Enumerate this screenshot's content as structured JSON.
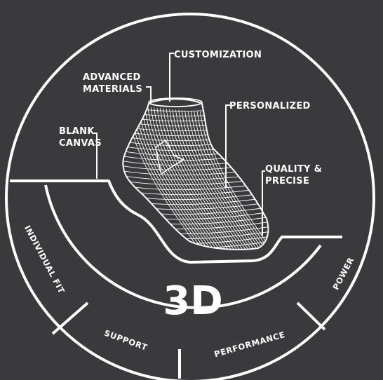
{
  "colors": {
    "background": "#3a3a3c",
    "foreground": "#ffffff"
  },
  "center_label": "3D",
  "top_labels": {
    "customization": "CUSTOMIZATION",
    "advanced_materials": [
      "ADVANCED",
      "MATERIALS"
    ],
    "personalized": "PERSONALIZED",
    "blank_canvas": [
      "BLANK",
      "CANVAS"
    ],
    "quality_precise": [
      "QUALITY &",
      "PRECISE"
    ]
  },
  "ring_segments": {
    "individual_fit": "INDIVIDUAL FIT",
    "support": "SUPPORT",
    "performance": "PERFORMANCE",
    "power": "POWER"
  }
}
